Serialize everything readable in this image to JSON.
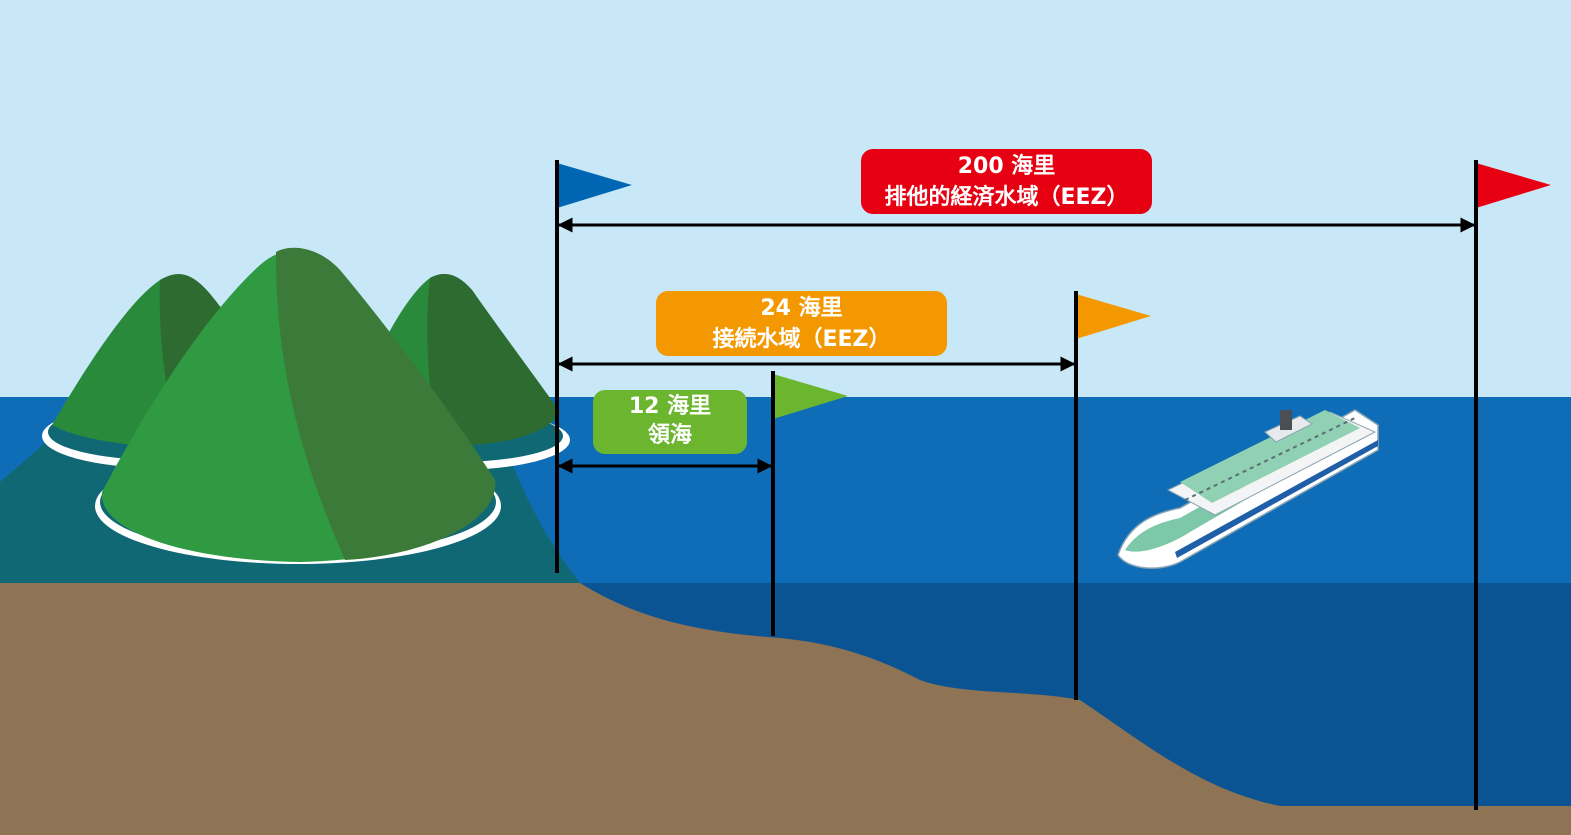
{
  "zones": [
    {
      "id": "eez",
      "distance": "200 海里",
      "name": "排他的経済水域（EEZ）",
      "color": "#e60012"
    },
    {
      "id": "contiguous",
      "distance": "24 海里",
      "name": "接続水域（EEZ）",
      "color": "#f39800"
    },
    {
      "id": "territorial",
      "distance": "12 海里",
      "name": "領海",
      "color": "#6bb52f"
    }
  ],
  "colors": {
    "sky": "#c8e8f8",
    "sea_surface": "#0f6db8",
    "sea_deep": "#0b5494",
    "seabed": "#8e7355",
    "baseline_flag": "#0066b3",
    "mountain_light": "#2f9a42",
    "mountain_dark": "#2e6b30"
  }
}
